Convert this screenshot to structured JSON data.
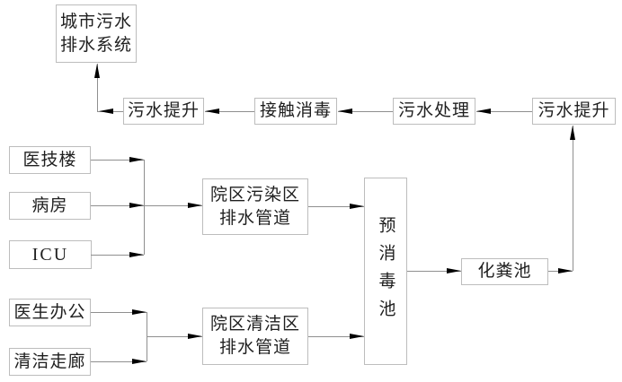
{
  "diagram": {
    "type": "flowchart",
    "description": "Hospital wastewater drainage and disinfection process flow diagram",
    "colors": {
      "background": "#ffffff",
      "box_border": "#bdbdbd",
      "connector_line": "#8f8f8f",
      "arrowhead": "#000000",
      "text": "#1f1f1f"
    },
    "nodes": {
      "city_system": {
        "label_line1": "城市污水",
        "label_line2": "排水系统"
      },
      "lift_a": {
        "label": "污水提升"
      },
      "contact_disinfect": {
        "label": "接触消毒"
      },
      "treatment": {
        "label": "污水处理"
      },
      "lift_b": {
        "label": "污水提升"
      },
      "med_tech": {
        "label": "医技楼"
      },
      "ward": {
        "label": "病房"
      },
      "icu": {
        "label": "ICU"
      },
      "doctor_office": {
        "label": "医生办公"
      },
      "clean_corridor": {
        "label": "清洁走廊"
      },
      "polluted_pipes": {
        "label_line1": "院区污染区",
        "label_line2": "排水管道"
      },
      "clean_pipes": {
        "label_line1": "院区清洁区",
        "label_line2": "排水管道"
      },
      "pre_disinfect_pool": {
        "label": "预消毒池"
      },
      "septic_tank": {
        "label": "化粪池"
      }
    },
    "edges": [
      {
        "from": "med_tech",
        "to": "polluted_pipes"
      },
      {
        "from": "ward",
        "to": "polluted_pipes"
      },
      {
        "from": "icu",
        "to": "polluted_pipes"
      },
      {
        "from": "doctor_office",
        "to": "clean_pipes"
      },
      {
        "from": "clean_corridor",
        "to": "clean_pipes"
      },
      {
        "from": "polluted_pipes",
        "to": "pre_disinfect_pool"
      },
      {
        "from": "clean_pipes",
        "to": "pre_disinfect_pool"
      },
      {
        "from": "pre_disinfect_pool",
        "to": "septic_tank"
      },
      {
        "from": "septic_tank",
        "to": "lift_b"
      },
      {
        "from": "lift_b",
        "to": "treatment"
      },
      {
        "from": "treatment",
        "to": "contact_disinfect"
      },
      {
        "from": "contact_disinfect",
        "to": "lift_a"
      },
      {
        "from": "lift_a",
        "to": "city_system"
      }
    ]
  }
}
